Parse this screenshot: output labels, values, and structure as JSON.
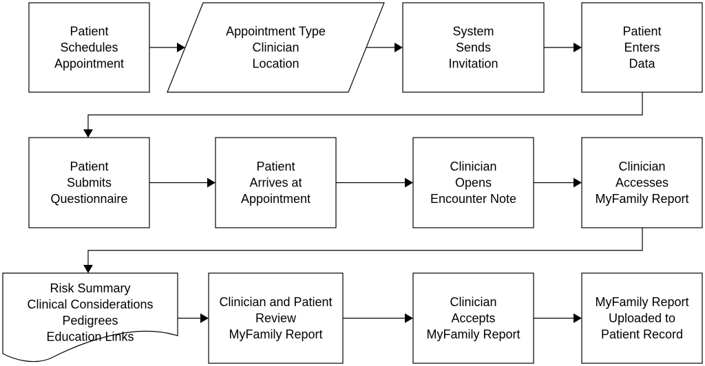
{
  "nodes": [
    {
      "id": "patient-schedules-appointment",
      "shape": "process",
      "lines": [
        "Patient",
        "Schedules",
        "Appointment"
      ]
    },
    {
      "id": "appointment-type-clinician-location",
      "shape": "data",
      "lines": [
        "Appointment Type",
        "Clinician",
        "Location"
      ]
    },
    {
      "id": "system-sends-invitation",
      "shape": "process",
      "lines": [
        "System",
        "Sends",
        "Invitation"
      ]
    },
    {
      "id": "patient-enters-data",
      "shape": "process",
      "lines": [
        "Patient",
        "Enters",
        "Data"
      ]
    },
    {
      "id": "patient-submits-questionnaire",
      "shape": "process",
      "lines": [
        "Patient",
        "Submits",
        "Questionnaire"
      ]
    },
    {
      "id": "patient-arrives-at-appointment",
      "shape": "process",
      "lines": [
        "Patient",
        "Arrives at",
        "Appointment"
      ]
    },
    {
      "id": "clinician-opens-encounter-note",
      "shape": "process",
      "lines": [
        "Clinician",
        "Opens",
        "Encounter Note"
      ]
    },
    {
      "id": "clinician-accesses-myfamily-report",
      "shape": "process",
      "lines": [
        "Clinician",
        "Accesses",
        "MyFamily Report"
      ]
    },
    {
      "id": "risk-summary-document",
      "shape": "document",
      "lines": [
        "Risk Summary",
        "Clinical Considerations",
        "Pedigrees",
        "Education Links"
      ]
    },
    {
      "id": "clinician-and-patient-review",
      "shape": "process",
      "lines": [
        "Clinician and Patient",
        "Review",
        "MyFamily Report"
      ]
    },
    {
      "id": "clinician-accepts-myfamily-report",
      "shape": "process",
      "lines": [
        "Clinician",
        "Accepts",
        "MyFamily Report"
      ]
    },
    {
      "id": "myfamily-report-uploaded",
      "shape": "process",
      "lines": [
        "MyFamily Report",
        "Uploaded to",
        "Patient Record"
      ]
    }
  ],
  "edges": [
    {
      "from": "patient-schedules-appointment",
      "to": "appointment-type-clinician-location",
      "route": "straight"
    },
    {
      "from": "appointment-type-clinician-location",
      "to": "system-sends-invitation",
      "route": "straight"
    },
    {
      "from": "system-sends-invitation",
      "to": "patient-enters-data",
      "route": "straight"
    },
    {
      "from": "patient-enters-data",
      "to": "patient-submits-questionnaire",
      "route": "wrap"
    },
    {
      "from": "patient-submits-questionnaire",
      "to": "patient-arrives-at-appointment",
      "route": "straight"
    },
    {
      "from": "patient-arrives-at-appointment",
      "to": "clinician-opens-encounter-note",
      "route": "straight"
    },
    {
      "from": "clinician-opens-encounter-note",
      "to": "clinician-accesses-myfamily-report",
      "route": "straight"
    },
    {
      "from": "clinician-accesses-myfamily-report",
      "to": "risk-summary-document",
      "route": "wrap"
    },
    {
      "from": "risk-summary-document",
      "to": "clinician-and-patient-review",
      "route": "straight"
    },
    {
      "from": "clinician-and-patient-review",
      "to": "clinician-accepts-myfamily-report",
      "route": "straight"
    },
    {
      "from": "clinician-accepts-myfamily-report",
      "to": "myfamily-report-uploaded",
      "route": "straight"
    }
  ]
}
